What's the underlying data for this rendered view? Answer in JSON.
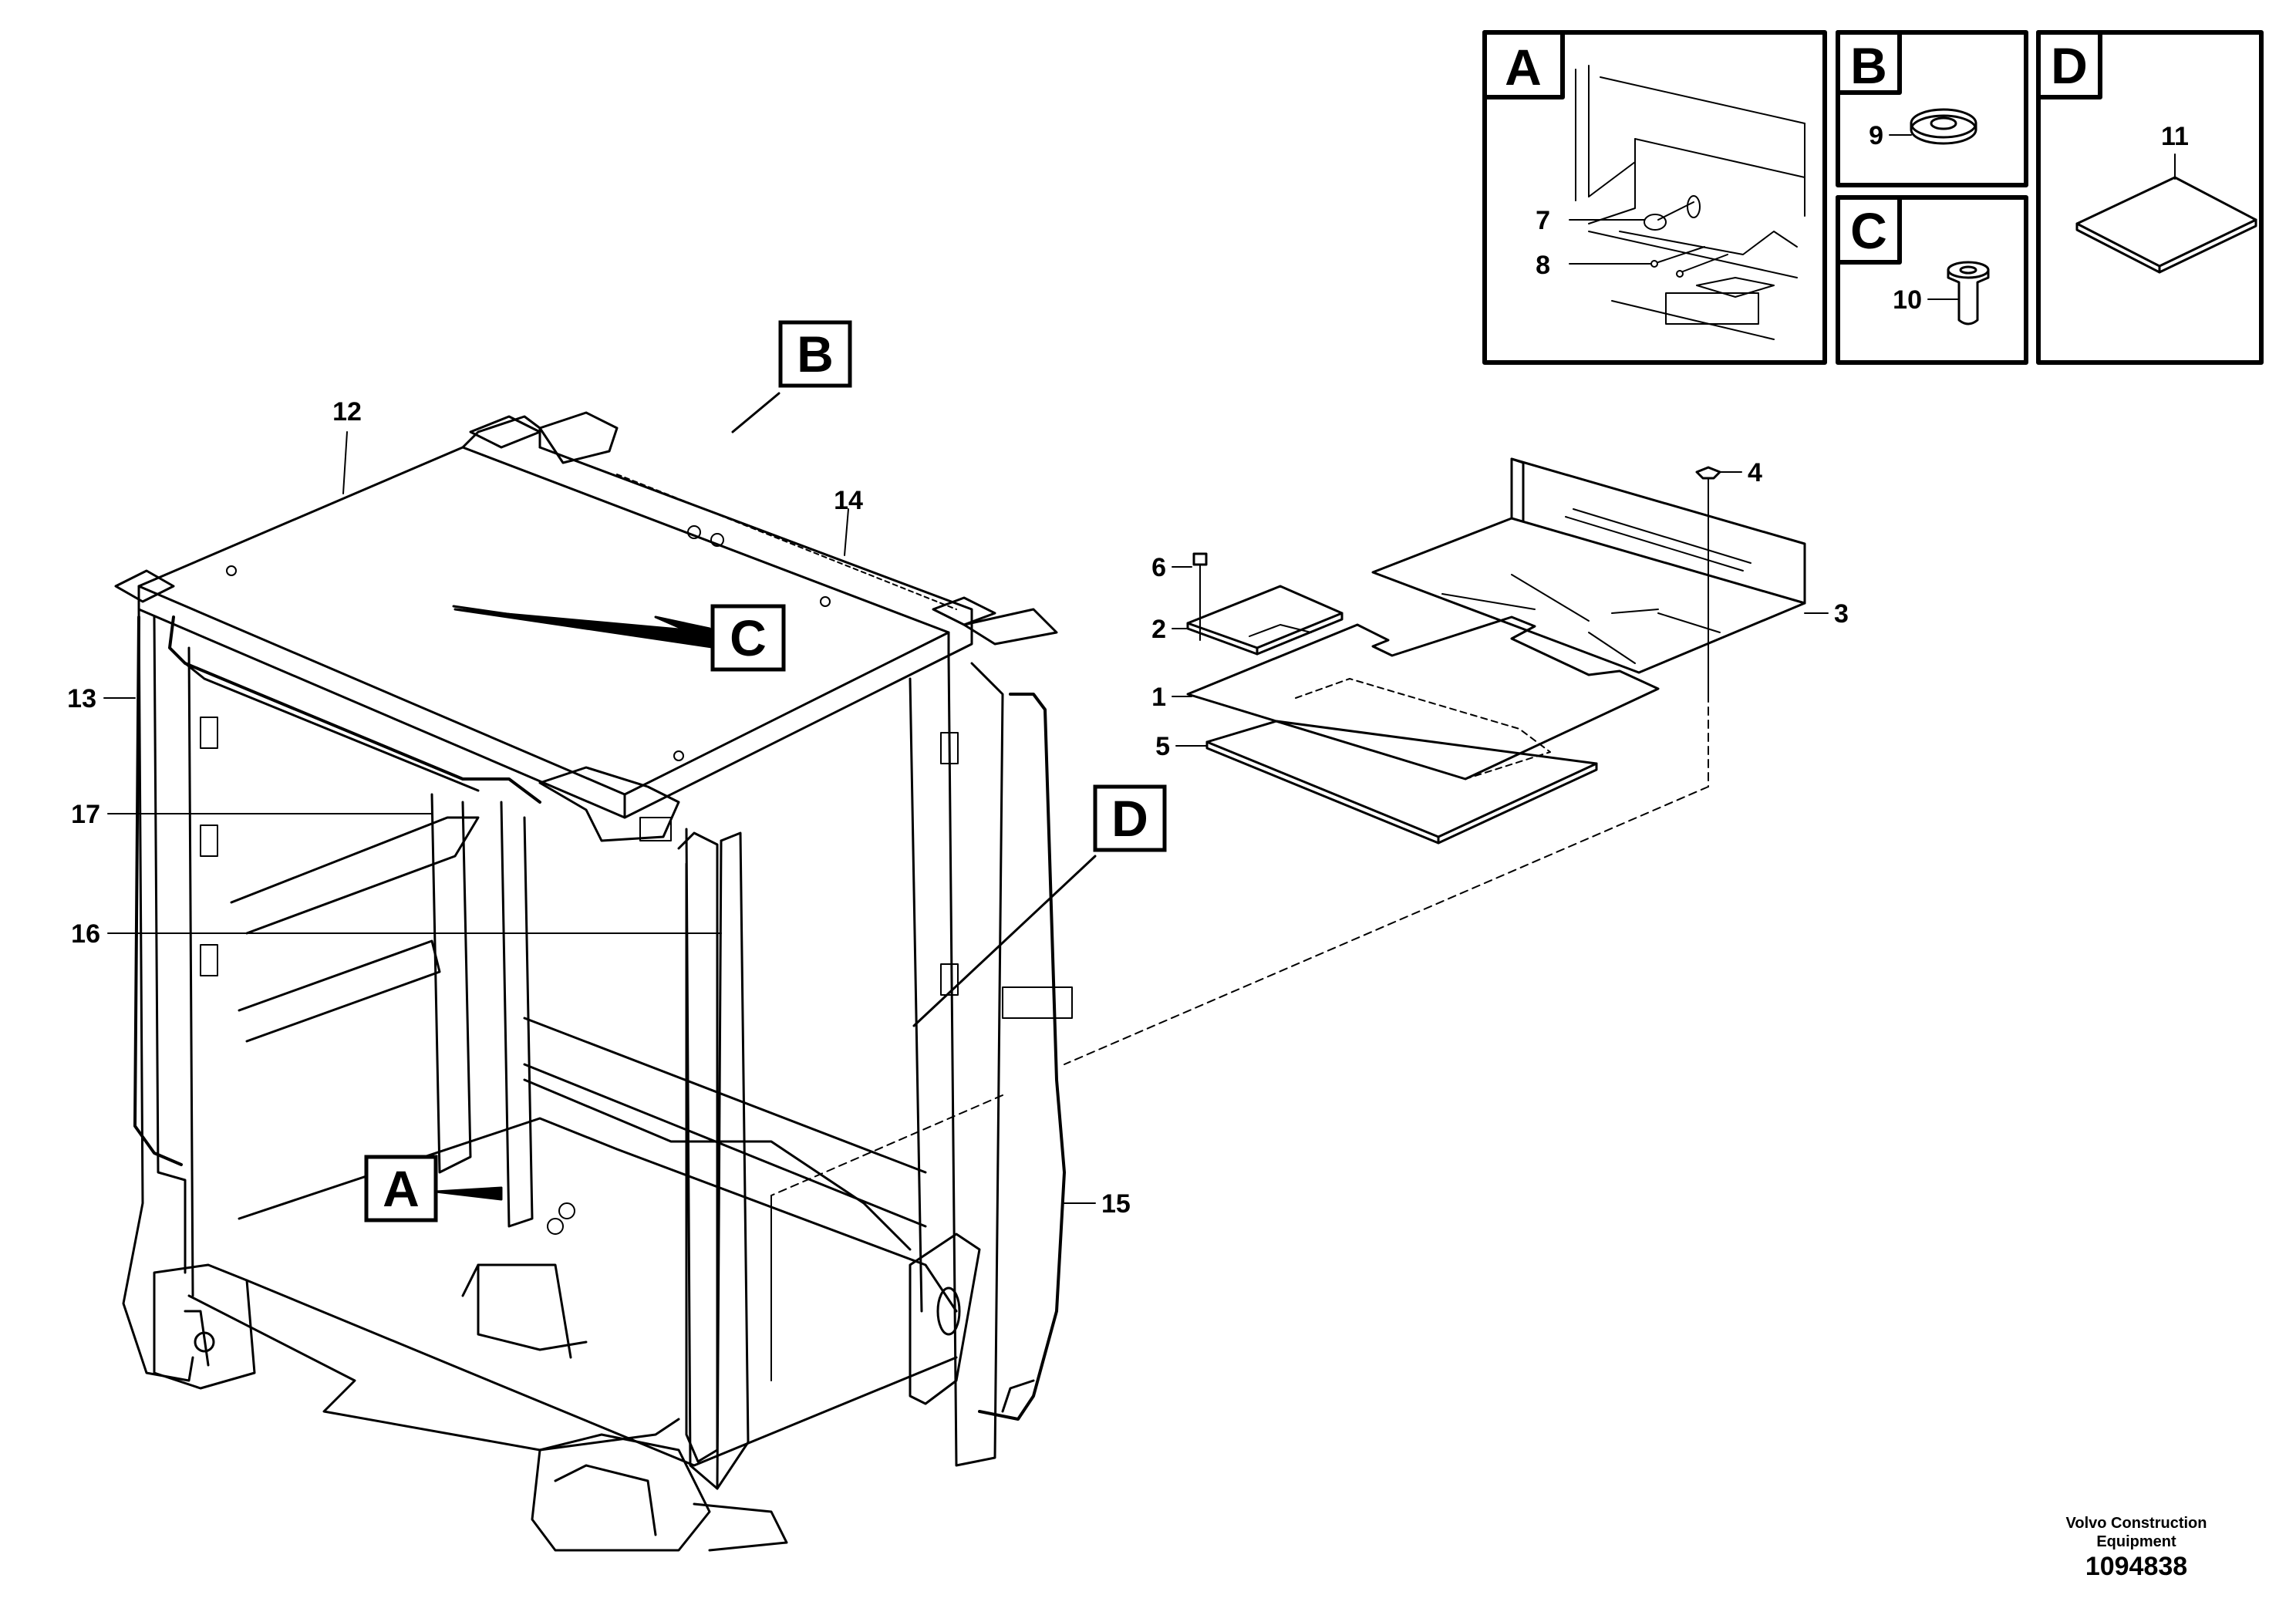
{
  "inset_panels": [
    {
      "key": "A",
      "label": "A",
      "callouts": [
        "7",
        "8"
      ]
    },
    {
      "key": "B",
      "label": "B",
      "callouts": [
        "9"
      ]
    },
    {
      "key": "C",
      "label": "C",
      "callouts": [
        "10"
      ]
    },
    {
      "key": "D",
      "label": "D",
      "callouts": [
        "11"
      ]
    }
  ],
  "view_markers": {
    "A": "A",
    "B": "B",
    "C": "C",
    "D": "D"
  },
  "part_callouts": {
    "p1": "1",
    "p2": "2",
    "p3": "3",
    "p4": "4",
    "p5": "5",
    "p6": "6",
    "p7": "7",
    "p8": "8",
    "p9": "9",
    "p10": "10",
    "p11": "11",
    "p12": "12",
    "p13": "13",
    "p14": "14",
    "p15": "15",
    "p16": "16",
    "p17": "17"
  },
  "footer": {
    "brand_line1": "Volvo Construction",
    "brand_line2": "Equipment",
    "document_number": "1094838"
  }
}
